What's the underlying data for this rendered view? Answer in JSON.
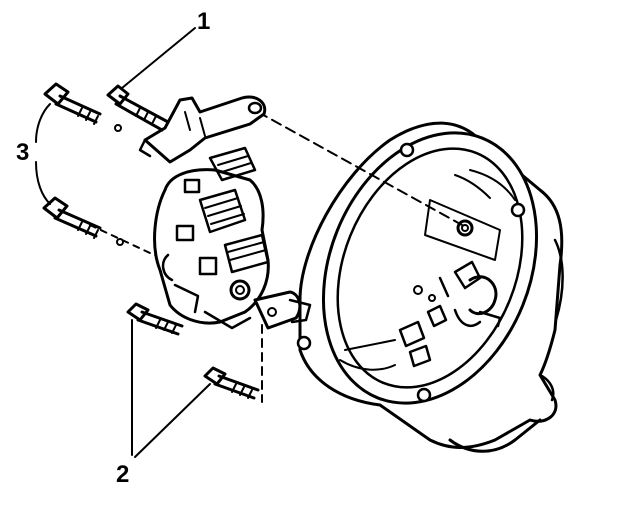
{
  "callouts": {
    "c1": "1",
    "c2": "2",
    "c3": "3"
  }
}
